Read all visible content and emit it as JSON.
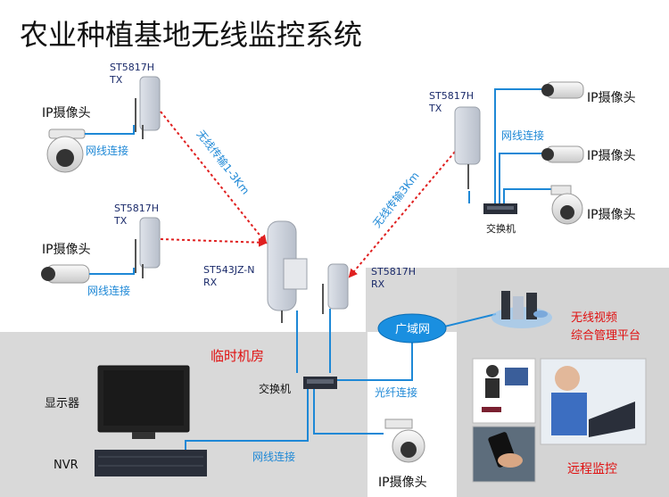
{
  "title": "农业种植基地无线监控系统",
  "labels": {
    "tx1_model": "ST5817H",
    "tx1_mode": "TX",
    "cam1_name": "IP摄像头",
    "cam1_link": "网线连接",
    "wireless1": "无线传输1-3Km",
    "tx2_model": "ST5817H",
    "tx2_mode": "TX",
    "cam2_name": "IP摄像头",
    "cam2_link": "网线连接",
    "rx1_model": "ST543JZ-N",
    "rx1_mode": "RX",
    "rx2_model": "ST5817H",
    "rx2_mode": "RX",
    "wireless2": "无线传输3Km",
    "tx3_model": "ST5817H",
    "tx3_mode": "TX",
    "cam3_link": "网线连接",
    "switch_right": "交换机",
    "cam_r1": "IP摄像头",
    "cam_r2": "IP摄像头",
    "cam_r3": "IP摄像头",
    "room": "临时机房",
    "monitor": "显示器",
    "nvr": "NVR",
    "switch_center": "交换机",
    "fiber_link": "光纤连接",
    "wan": "广域网",
    "platform_line1": "无线视频",
    "platform_line2": "综合管理平台",
    "cam_bottom": "IP摄像头",
    "nvr_link": "网线连接",
    "remote": "远程监控"
  },
  "colors": {
    "title": "#111111",
    "link_blue": "#1e88d6",
    "wireless_red": "#e02020",
    "dark_text": "#1a2a6a",
    "room_red": "#e01010",
    "room_bg": "#d9d9d9"
  }
}
